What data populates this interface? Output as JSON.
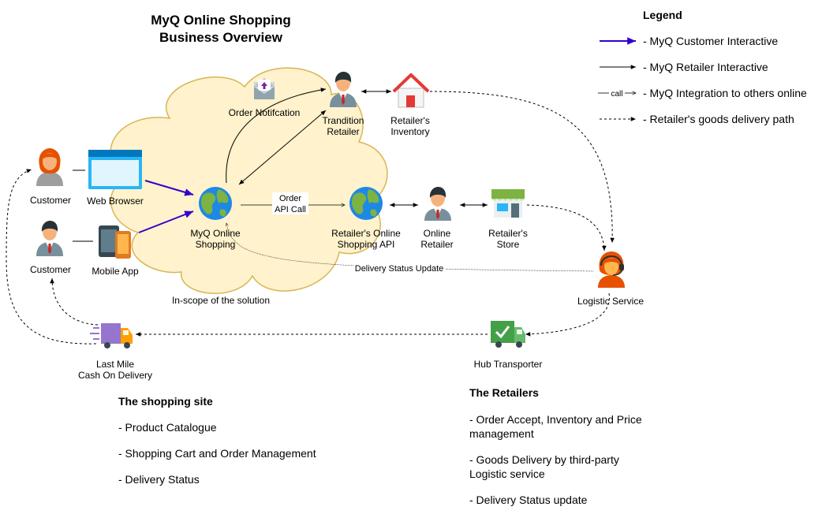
{
  "title": {
    "line1": "MyQ Online Shopping",
    "line2": "Business Overview"
  },
  "legend": {
    "heading": "Legend",
    "items": [
      "- MyQ Customer Interactive",
      "- MyQ Retailer Interactive",
      "- MyQ Integration to others online",
      "- Retailer's goods delivery path"
    ],
    "call_tag": "call"
  },
  "cloud_caption": "In-scope of the solution",
  "nodes": {
    "customer1": "Customer",
    "customer2": "Customer",
    "web_browser": "Web Browser",
    "mobile_app": "Mobile App",
    "myq_online_1": "MyQ Online",
    "myq_online_2": "Shopping",
    "order_notification": "Order Notifcation",
    "tradition_retailer_1": "Trandition",
    "tradition_retailer_2": "Retailer",
    "retailer_inventory_1": "Retailer's",
    "retailer_inventory_2": "Inventory",
    "online_api_1": "Retailer's Online",
    "online_api_2": "Shopping API",
    "online_retailer_1": "Online",
    "online_retailer_2": "Retailer",
    "retailer_store_1": "Retailer's",
    "retailer_store_2": "Store",
    "logistic": "Logistic Service",
    "hub": "Hub Transporter",
    "last_mile_1": "Last Mile",
    "last_mile_2": "Cash On Delivery"
  },
  "edges": {
    "order_api_1": "Order",
    "order_api_2": "API Call",
    "delivery_status": "Delivery Status Update"
  },
  "shopping_site": {
    "heading": "The shopping site",
    "items": [
      "- Product Catalogue",
      "- Shopping Cart and Order Management",
      "- Delivery Status"
    ]
  },
  "retailers": {
    "heading": "The Retailers",
    "items": [
      [
        "- Order Accept, Inventory and Price",
        "management"
      ],
      [
        "- Goods Delivery by third-party",
        "Logistic service"
      ],
      [
        "- Delivery Status update"
      ]
    ]
  },
  "colors": {
    "customer_arrow": "#3300cc",
    "cloud_fill": "#fff2cc",
    "cloud_stroke": "#d6b656"
  }
}
